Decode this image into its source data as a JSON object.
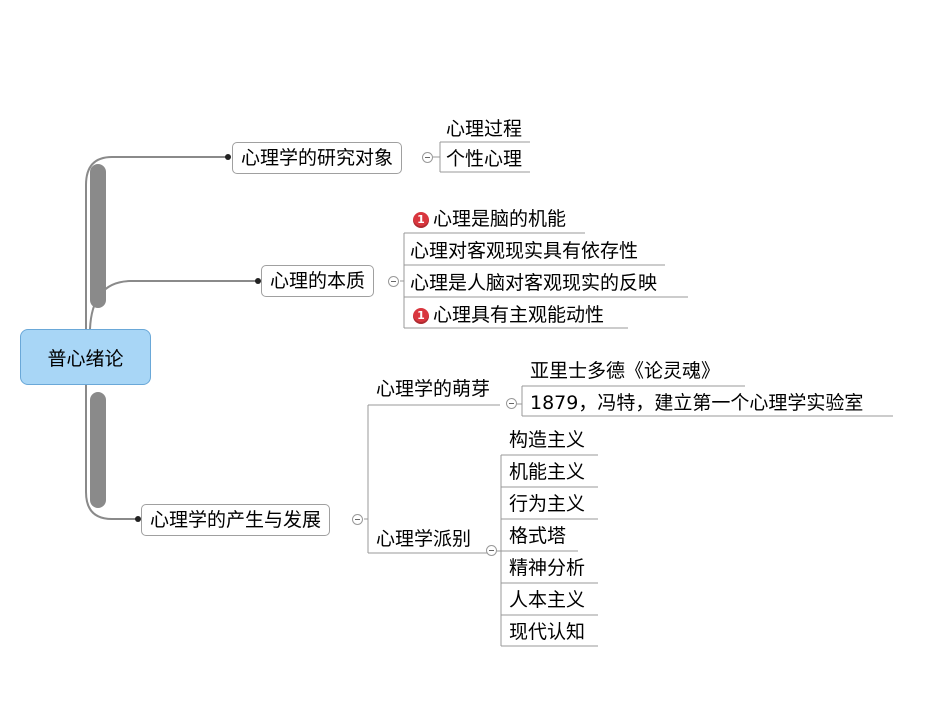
{
  "root": {
    "label": "普心绪论"
  },
  "branches": [
    {
      "label": "心理学的研究对象",
      "children": [
        "心理过程",
        "个性心理"
      ]
    },
    {
      "label": "心理的本质",
      "children": [
        {
          "text": "心理是脑的机能",
          "marker": "1"
        },
        {
          "text": "心理对客观现实具有依存性"
        },
        {
          "text": "心理是人脑对客观现实的反映"
        },
        {
          "text": "心理具有主观能动性",
          "marker": "1"
        }
      ]
    },
    {
      "label": "心理学的产生与发展",
      "subtopics": [
        {
          "label": "心理学的萌芽",
          "children": [
            "亚里士多德《论灵魂》",
            "1879，冯特，建立第一个心理学实验室"
          ]
        },
        {
          "label": "心理学派别",
          "children": [
            "构造主义",
            "机能主义",
            "行为主义",
            "格式塔",
            "精神分析",
            "人本主义",
            "现代认知"
          ]
        }
      ]
    }
  ],
  "colors": {
    "root_fill": "#a8d6f6",
    "connector": "#7a7a7a",
    "marker": "#d9363e"
  }
}
